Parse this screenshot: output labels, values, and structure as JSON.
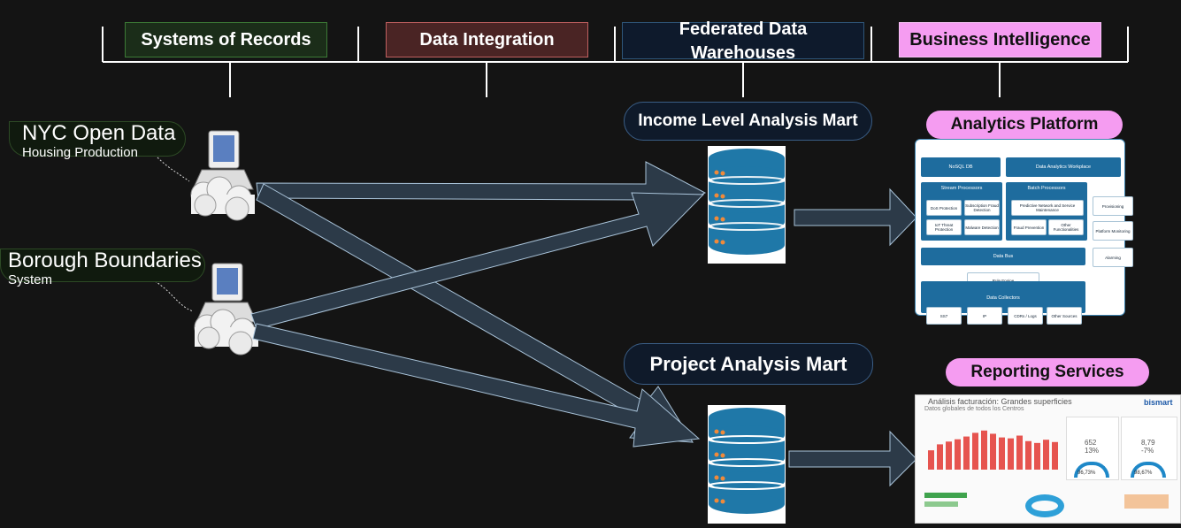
{
  "stages": {
    "systems_of_records": "Systems of Records",
    "data_integration": "Data Integration",
    "federated_line1": "Federated Data",
    "federated_line2": "Warehouses",
    "business_intelligence": "Business Intelligence"
  },
  "sources": [
    {
      "name": "NYC Open Data",
      "sub": "Housing Production"
    },
    {
      "name": "Borough Boundaries",
      "sub": "System"
    }
  ],
  "marts": {
    "income": "Income Level Analysis Mart",
    "project": "Project Analysis Mart"
  },
  "bi": {
    "analytics": "Analytics Platform",
    "reporting": "Reporting Services"
  },
  "analytics_platform": {
    "nosql": "NoSQL DB",
    "workplace": "Data Analytics Workplace",
    "stream": "Stream Processors",
    "batch": "Batch Processors",
    "stream_items": [
      "DoS Protection",
      "Subscription Fraud Detection",
      "IoT Threat Protection",
      "Malware Detection"
    ],
    "batch_items": [
      "Predictive Network and Service Maintenance",
      "Fraud Prevention",
      "Other Functionalities"
    ],
    "side": [
      "Provisioning",
      "Platform Monitoring",
      "Alarming"
    ],
    "databus": "Data Bus",
    "rules": "Rule Engine",
    "collectors": "Data Collectors",
    "collector_items": [
      "SS7",
      "IP",
      "CDRs / Logs",
      "Other Sources"
    ]
  },
  "reporting_dashboard": {
    "title": "Análisis facturación: Grandes superficies",
    "subtitle": "Datos globales de todos los Centros",
    "brand": "bismart",
    "bars": [
      0.42,
      0.55,
      0.61,
      0.66,
      0.72,
      0.8,
      0.85,
      0.78,
      0.7,
      0.68,
      0.74,
      0.62,
      0.58,
      0.65,
      0.6
    ],
    "kpi1_a": "652",
    "kpi1_b": "13%",
    "kpi2_a": "8,79",
    "kpi2_b": "-7%",
    "gauge1": "96,73%",
    "gauge2": "98,67%"
  },
  "colors": {
    "arrow": "#2c3a48",
    "arrow_stroke": "#a9c3d9",
    "db": "#1f78a8",
    "pink": "#f59cf1"
  }
}
